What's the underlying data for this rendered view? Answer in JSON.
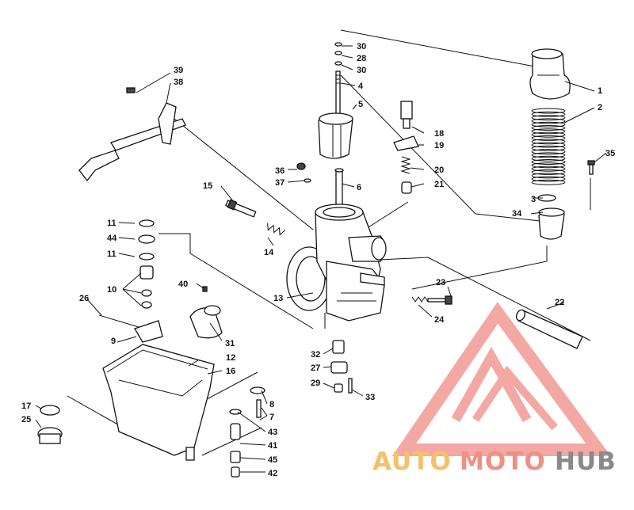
{
  "diagram": {
    "callouts": [
      "1",
      "2",
      "3",
      "4",
      "5",
      "6",
      "7",
      "8",
      "9",
      "10",
      "11",
      "11",
      "12",
      "13",
      "14",
      "15",
      "16",
      "17",
      "18",
      "19",
      "20",
      "21",
      "22",
      "23",
      "24",
      "25",
      "26",
      "27",
      "28",
      "29",
      "30",
      "30",
      "31",
      "32",
      "33",
      "34",
      "35",
      "36",
      "37",
      "38",
      "39",
      "40",
      "41",
      "42",
      "43",
      "44",
      "45"
    ]
  },
  "watermark": {
    "part_auto": "AUTO",
    "part_moto": "MOTO",
    "part_hub": "HUB",
    "color_auto": "#f5c06a",
    "color_moto": "#ef8f86",
    "color_hub": "#8a8a8a",
    "logo_color": "#f29a93"
  }
}
